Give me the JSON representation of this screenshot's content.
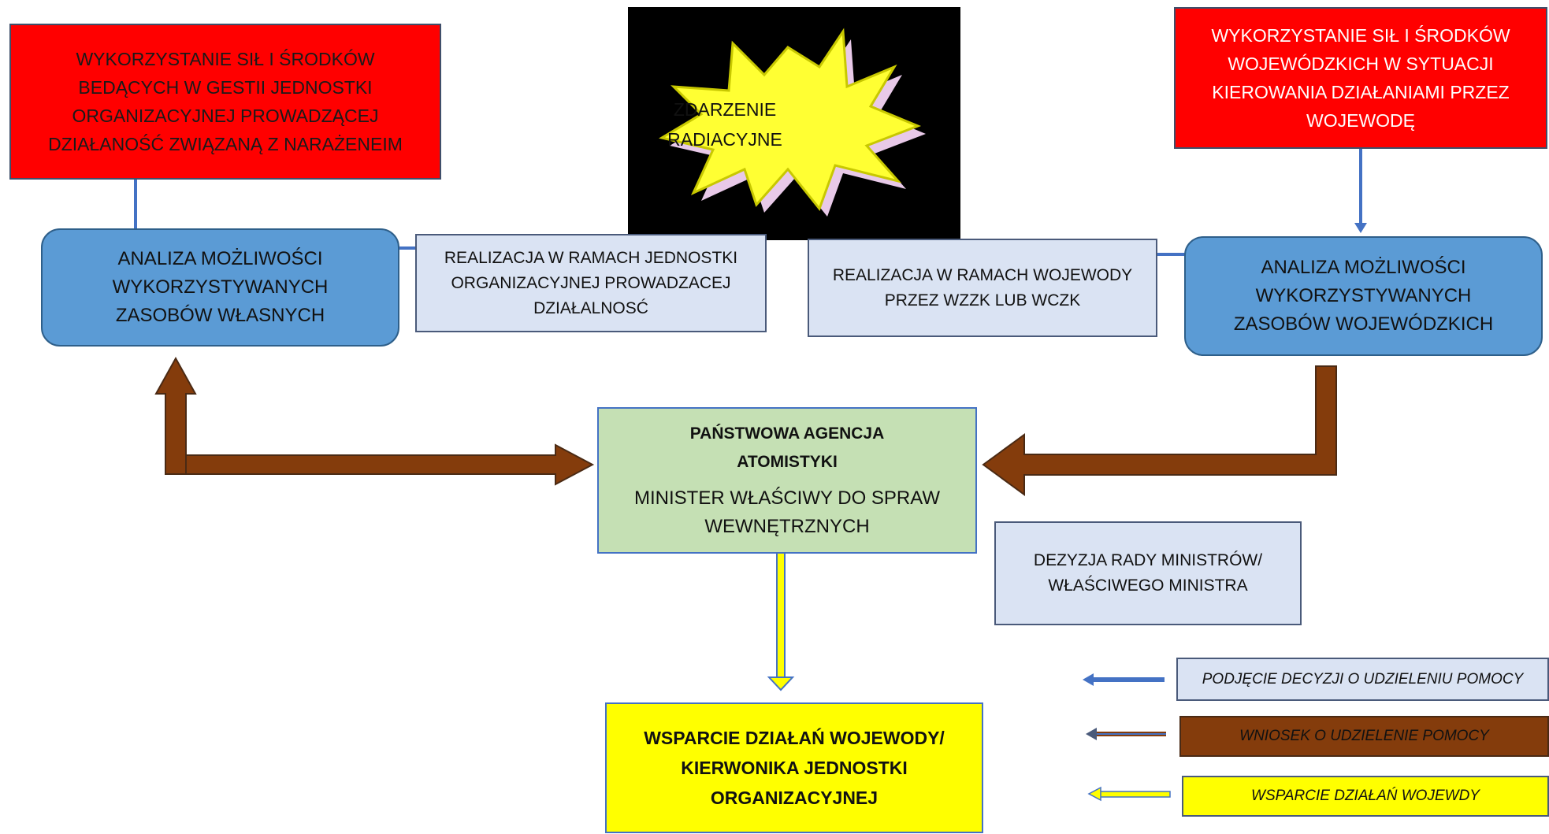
{
  "event": {
    "line1": "ZDARZENIE",
    "line2": "RADIACYJNE"
  },
  "box_left_red": {
    "lines": [
      "WYKORZYSTANIE SIŁ I ŚRODKÓW",
      "BEDĄCYCH W GESTII  JEDNOSTKI",
      "ORGANIZACYJNEJ PROWADZĄCEJ",
      "DZIAŁANOŚĆ ZWIĄZANĄ Z NARAŻENEIM"
    ]
  },
  "box_right_red": {
    "lines": [
      "WYKORZYSTANIE SIŁ I ŚRODKÓW",
      "WOJEWÓDZKICH W SYTUACJI",
      "KIEROWANIA DZIAŁANIAMI  PRZEZ",
      "WOJEWODĘ"
    ]
  },
  "box_left_analysis": {
    "lines": [
      "ANALIZA MOŻLIWOŚCI",
      "WYKORZYSTYWANYCH",
      "ZASOBÓW WŁASNYCH"
    ]
  },
  "box_right_analysis": {
    "lines": [
      "ANALIZA MOŻLIWOŚCI",
      "WYKORZYSTYWANYCH",
      "ZASOBÓW WOJEWÓDZKICH"
    ]
  },
  "box_realization_unit": {
    "lines": [
      "REALIZACJA W RAMACH JEDNOSTKI",
      "ORGANIZACYJNEJ PROWADZACEJ",
      "DZIAŁALNOSĆ"
    ]
  },
  "box_realization_voivode": {
    "lines": [
      "REALIZACJA W RAMACH WOJEWODY",
      "PRZEZ WZZK LUB WCZK"
    ]
  },
  "box_center": {
    "title_lines": [
      "PAŃSTWOWA AGENCJA",
      "ATOMISTYKI"
    ],
    "body_lines": [
      "MINISTER WŁAŚCIWY DO SPRAW",
      "WEWNĘTRZNYCH"
    ]
  },
  "box_decision": {
    "lines": [
      "DEZYZJA RADY MINISTRÓW/",
      "WŁAŚCIWEGO MINISTRA"
    ]
  },
  "box_support": {
    "lines": [
      "WSPARCIE DZIAŁAŃ WOJEWODY/",
      "KIERWONIKA JEDNOSTKI",
      "ORGANIZACYJNEJ"
    ]
  },
  "legend": [
    {
      "label": "PODJĘCIE DECYZJI O UDZIELENIU POMOCY",
      "color": "#dae3f3"
    },
    {
      "label": "WNIOSEK O UDZIELENIE POMOCY",
      "color": "#843c0c"
    },
    {
      "label": "WSPARCIE DZIAŁAŃ WOJEWDY",
      "color": "#ffff00"
    }
  ]
}
